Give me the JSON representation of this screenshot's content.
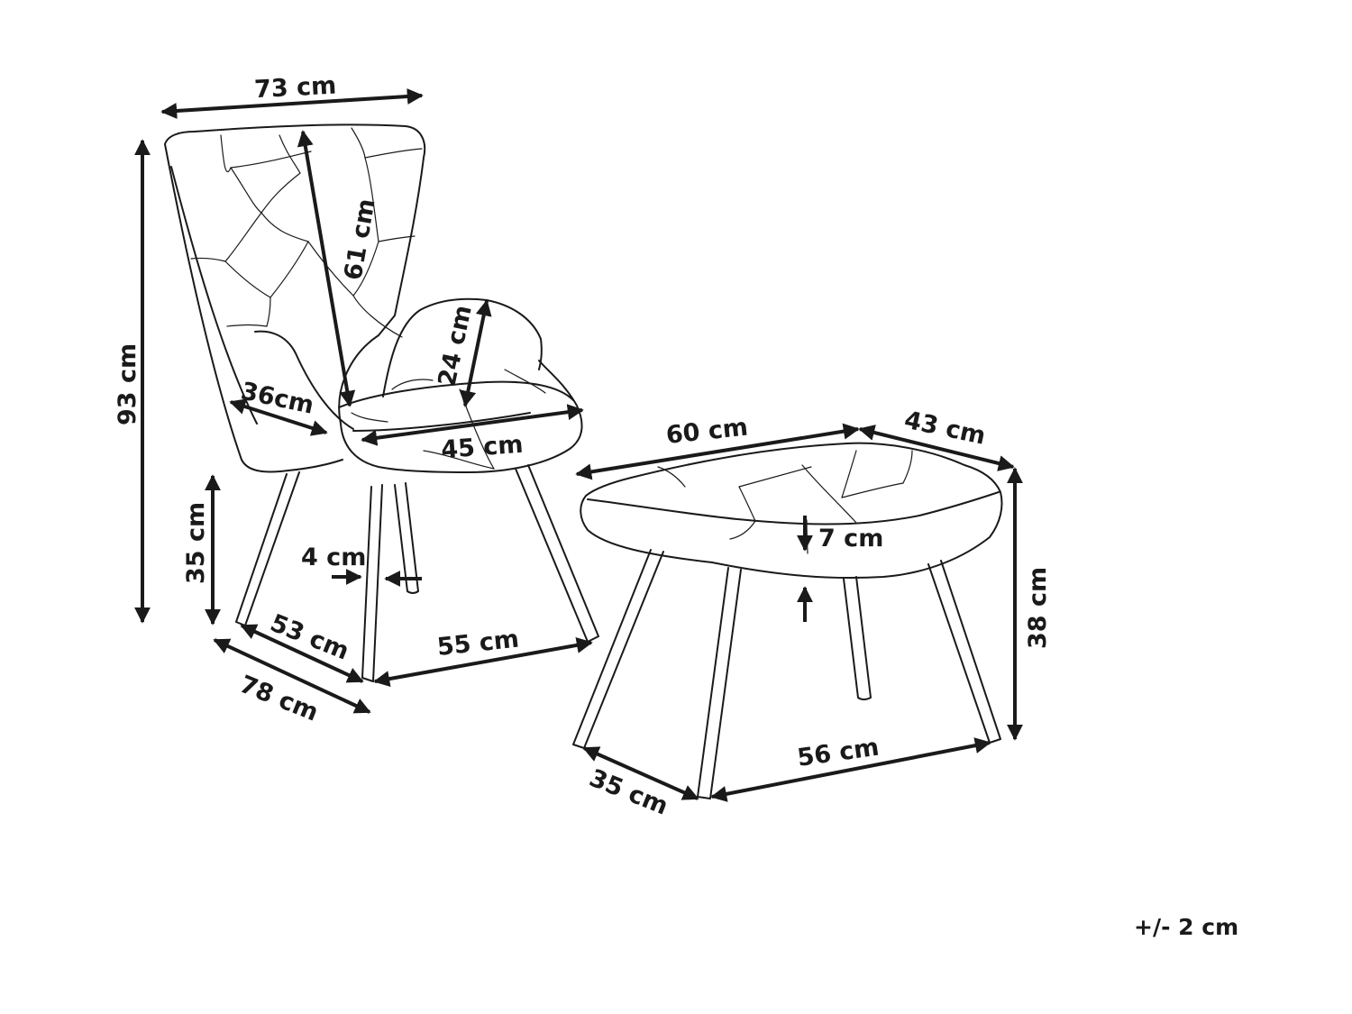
{
  "chair": {
    "width": "73 cm",
    "height": "93 cm",
    "backrest_height": "61 cm",
    "armrest_height": "24 cm",
    "armrest_depth": "36cm",
    "seat_width": "45 cm",
    "leg_height": "35 cm",
    "leg_width": "4 cm",
    "leg_depth": "53 cm",
    "depth": "78 cm",
    "leg_span": "55 cm"
  },
  "footstool": {
    "width": "60 cm",
    "depth": "43 cm",
    "cushion_thickness": "7 cm",
    "height": "38 cm",
    "leg_depth": "35 cm",
    "leg_span": "56 cm"
  },
  "tolerance": "+/- 2 cm"
}
